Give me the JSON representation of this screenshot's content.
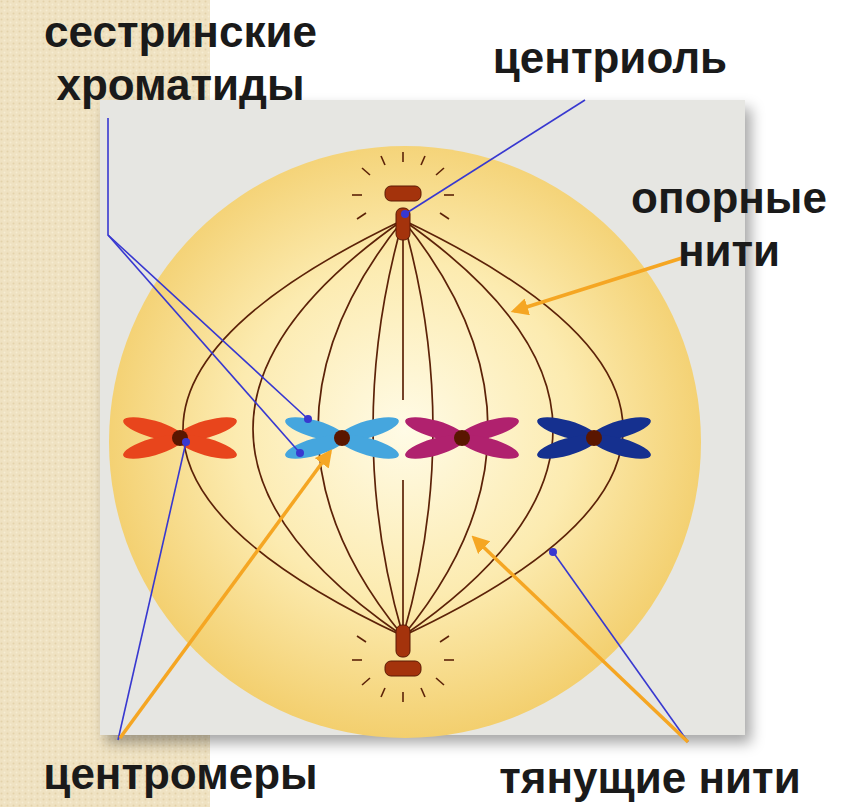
{
  "diagram": {
    "labels": [
      "сестринские хроматиды",
      "центриоль",
      "опорные нити",
      "центромеры",
      "тянущие нити"
    ]
  }
}
